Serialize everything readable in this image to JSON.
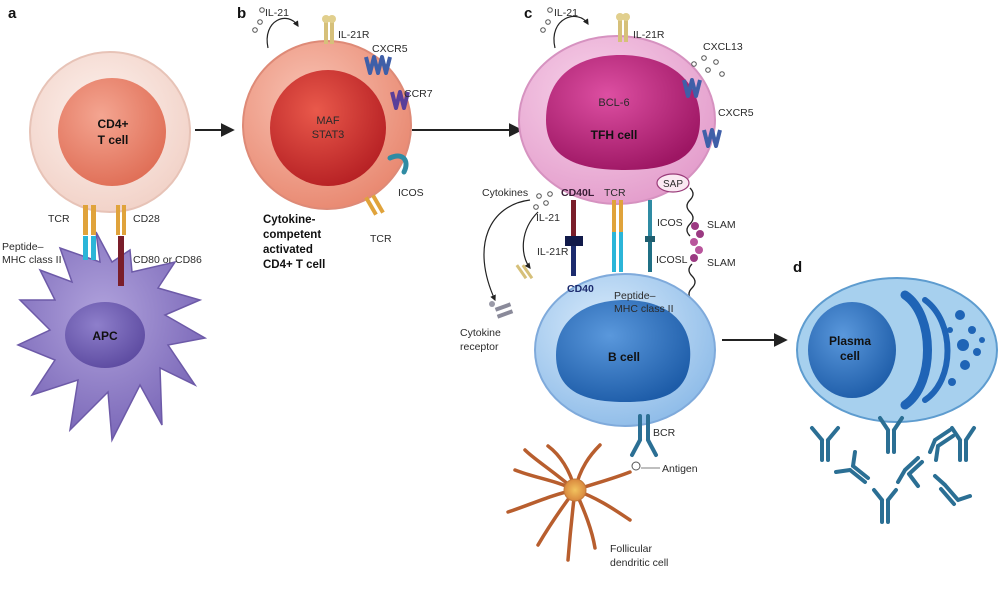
{
  "panels": {
    "a": "a",
    "b": "b",
    "c": "c",
    "d": "d"
  },
  "a": {
    "cell_line1": "CD4+",
    "cell_line2": "T cell",
    "tcr": "TCR",
    "cd28": "CD28",
    "peptide_line1": "Peptide–",
    "peptide_line2": "MHC class II",
    "cd80": "CD80 or CD86",
    "apc": "APC"
  },
  "b": {
    "il21": "IL-21",
    "il21r": "IL-21R",
    "cxcr5": "CXCR5",
    "ccr7": "CCR7",
    "nucleus_line1": "MAF",
    "nucleus_line2": "STAT3",
    "icos": "ICOS",
    "tcr": "TCR",
    "caption_line1": "Cytokine-",
    "caption_line2": "competent",
    "caption_line3": "activated",
    "caption_line4": "CD4+ T cell"
  },
  "c": {
    "il21": "IL-21",
    "il21r": "IL-21R",
    "cxcl13": "CXCL13",
    "cxcr5": "CXCR5",
    "nucleus_line1": "BCL-6",
    "nucleus_line2": "TFH cell",
    "sap": "SAP",
    "cytokines": "Cytokines",
    "il21_b": "IL-21",
    "cd40l": "CD40L",
    "tcr": "TCR",
    "icos": "ICOS",
    "slam_top": "SLAM",
    "il21r_b": "IL-21R",
    "icosl": "ICOSL",
    "slam_bottom": "SLAM",
    "cd40": "CD40",
    "peptide_line1": "Peptide–",
    "peptide_line2": "MHC class II",
    "cytokine_receptor_line1": "Cytokine",
    "cytokine_receptor_line2": "receptor",
    "b_cell": "B cell",
    "bcr": "BCR",
    "antigen": "Antigen",
    "fdc_line1": "Follicular",
    "fdc_line2": "dendritic cell"
  },
  "d": {
    "plasma_line1": "Plasma",
    "plasma_line2": "cell"
  },
  "colors": {
    "t_cell_outer": "#f9e6df",
    "t_cell_nucleus": "#e8846e",
    "activated_outer": "#f0a38f",
    "activated_nucleus": "#c8272b",
    "tfh_outer": "#eeb3d8",
    "tfh_nucleus": "#c2247f",
    "apc": "#8a78c4",
    "b_cell": "#a9cdef",
    "b_nucleus": "#2e73c5",
    "plasma": "#a7d0ee",
    "plasma_nucleus": "#1f64b6",
    "fdc": "#c2723b"
  }
}
